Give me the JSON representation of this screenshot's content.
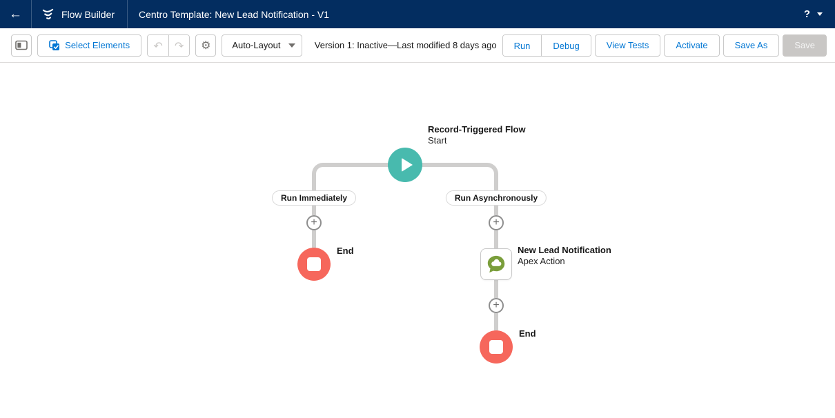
{
  "header": {
    "app_name": "Flow Builder",
    "title": "Centro Template: New Lead Notification - V1",
    "help_label": "?"
  },
  "toolbar": {
    "select_elements_label": "Select Elements",
    "layout_value": "Auto-Layout",
    "version_status": "Version 1: Inactive—Last modified 8 days ago",
    "run_label": "Run",
    "debug_label": "Debug",
    "view_tests_label": "View Tests",
    "activate_label": "Activate",
    "save_as_label": "Save As",
    "save_label": "Save"
  },
  "canvas": {
    "start": {
      "title": "Record-Triggered Flow",
      "subtitle": "Start"
    },
    "branches": [
      {
        "label": "Run Immediately"
      },
      {
        "label": "Run Asynchronously"
      }
    ],
    "end_left": {
      "label": "End"
    },
    "apex": {
      "title": "New Lead Notification",
      "subtitle": "Apex Action"
    },
    "end_bottom": {
      "label": "End"
    }
  },
  "icons": {
    "back": "←",
    "undo": "↶",
    "redo": "↷",
    "gear": "⚙",
    "plus": "+"
  },
  "colors": {
    "header_bg": "#032D60",
    "accent_blue": "#0176D3",
    "start_teal": "#48BAAE",
    "end_red": "#F6675C",
    "apex_green": "#7A9E3B",
    "connector_gray": "#CFCECD",
    "disabled_bg": "#C9C7C5"
  }
}
